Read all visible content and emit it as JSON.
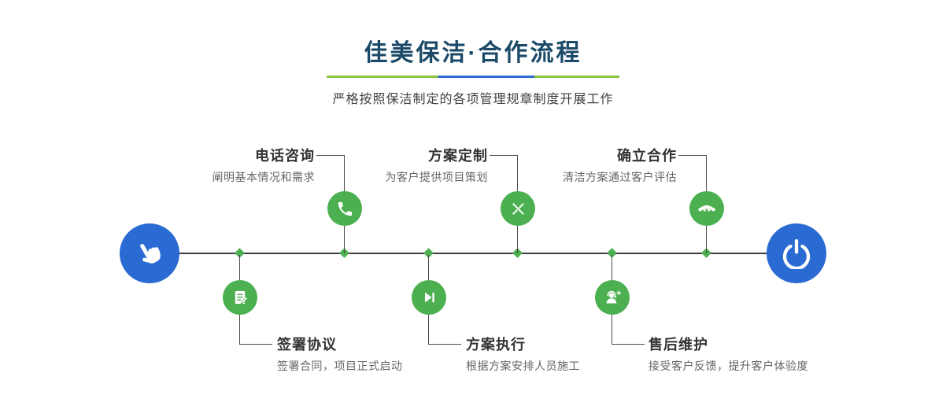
{
  "header": {
    "title": "佳美保洁·合作流程",
    "subtitle": "严格按照保洁制定的各项管理规章制度开展工作"
  },
  "colors": {
    "accent_green": "#4cb050",
    "accent_blue": "#2a6ad3",
    "divider_green": "#8cc63f",
    "divider_blue": "#2f6ad9",
    "title_color": "#1b4a68",
    "line_color": "#3c3c3c"
  },
  "timeline": {
    "start": {
      "icon": "pointer-hand-icon"
    },
    "end": {
      "icon": "power-icon"
    },
    "steps_top": [
      {
        "title": "电话咨询",
        "desc": "阐明基本情况和需求",
        "icon": "phone-icon"
      },
      {
        "title": "方案定制",
        "desc": "为客户提供项目策划",
        "icon": "design-tools-icon"
      },
      {
        "title": "确立合作",
        "desc": "清洁方案通过客户评估",
        "icon": "handshake-icon"
      }
    ],
    "steps_bottom": [
      {
        "title": "签署协议",
        "desc": "签署合同，项目正式启动",
        "icon": "contract-icon"
      },
      {
        "title": "方案执行",
        "desc": "根据方案安排人员施工",
        "icon": "play-icon"
      },
      {
        "title": "售后维护",
        "desc": "接受客户反馈，提升客户体验度",
        "icon": "support-headset-icon"
      }
    ]
  }
}
